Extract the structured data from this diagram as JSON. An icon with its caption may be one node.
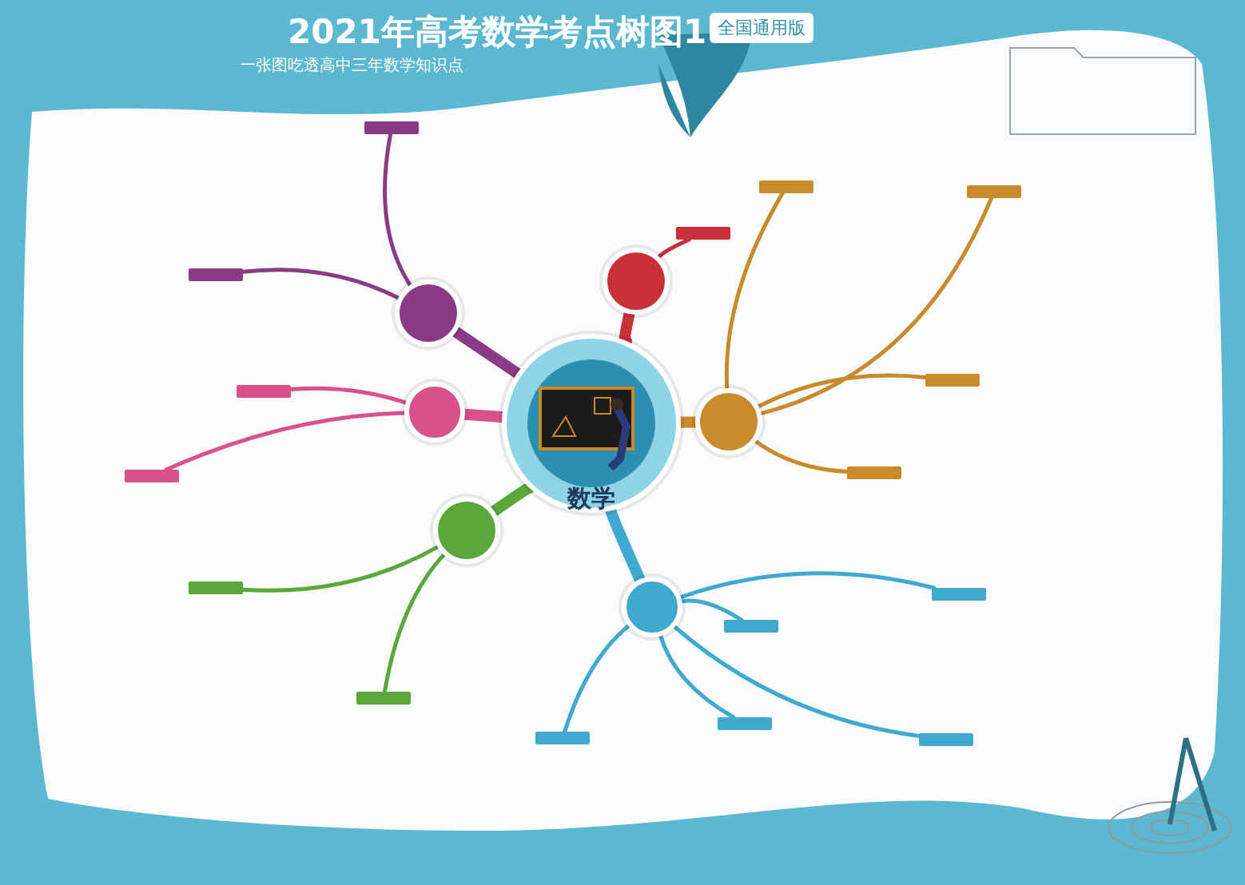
{
  "diagram": {
    "title": "2021年高考数学考点树图1",
    "nodes": [
      {
        "text": [
          "数学"
        ]
      },
      {
        "text": [],
        "shape": "circle"
      },
      {
        "text": [],
        "shape": "circle"
      },
      {
        "text": [],
        "shape": "circle"
      },
      {
        "text": [],
        "shape": "circle"
      },
      {
        "text": [],
        "shape": "circle"
      },
      {
        "text": [],
        "shape": "circle"
      },
      {
        "text": [],
        "shape": "box"
      },
      {
        "text": [],
        "shape": "box"
      },
      {
        "text": [],
        "shape": "box"
      },
      {
        "text": [],
        "shape": "box"
      },
      {
        "text": [],
        "shape": "box"
      },
      {
        "text": [],
        "shape": "box"
      },
      {
        "text": [],
        "shape": "box"
      },
      {
        "text": [],
        "shape": "box"
      },
      {
        "text": [],
        "shape": "box"
      },
      {
        "text": [],
        "shape": "box"
      },
      {
        "text": [],
        "shape": "box"
      },
      {
        "text": [],
        "shape": "box"
      },
      {
        "text": [],
        "shape": "box"
      },
      {
        "text": [],
        "shape": "box"
      },
      {
        "text": [],
        "shape": "box"
      },
      {
        "text": [],
        "shape": "box"
      }
    ],
    "edges": [
      {
        "from": 0,
        "to": 1,
        "arrow": "none",
        "style": "thick",
        "color": "#8b3a86"
      },
      {
        "from": 0,
        "to": 2,
        "arrow": "none",
        "style": "thick",
        "color": "#c8303a"
      },
      {
        "from": 0,
        "to": 3,
        "arrow": "none",
        "style": "thick",
        "color": "#d9508a"
      },
      {
        "from": 0,
        "to": 4,
        "arrow": "none",
        "style": "thick",
        "color": "#5aa83a"
      },
      {
        "from": 0,
        "to": 5,
        "arrow": "none",
        "style": "thick",
        "color": "#c98a2a"
      },
      {
        "from": 0,
        "to": 6,
        "arrow": "none",
        "style": "thick",
        "color": "#3fa9d0"
      },
      {
        "from": 1,
        "to": 7,
        "arrow": "none",
        "color": "#8b3a86"
      },
      {
        "from": 1,
        "to": 8,
        "arrow": "none",
        "color": "#8b3a86"
      },
      {
        "from": 2,
        "to": 9,
        "arrow": "none",
        "color": "#c8303a"
      },
      {
        "from": 3,
        "to": 10,
        "arrow": "none",
        "color": "#d9508a"
      },
      {
        "from": 3,
        "to": 11,
        "arrow": "none",
        "color": "#d9508a"
      },
      {
        "from": 4,
        "to": 12,
        "arrow": "none",
        "color": "#5aa83a"
      },
      {
        "from": 4,
        "to": 13,
        "arrow": "none",
        "color": "#5aa83a"
      },
      {
        "from": 5,
        "to": 14,
        "arrow": "none",
        "color": "#c98a2a"
      },
      {
        "from": 5,
        "to": 15,
        "arrow": "none",
        "color": "#c98a2a"
      },
      {
        "from": 5,
        "to": 16,
        "arrow": "none",
        "color": "#c98a2a"
      },
      {
        "from": 5,
        "to": 17,
        "arrow": "none",
        "color": "#c98a2a"
      },
      {
        "from": 6,
        "to": 18,
        "arrow": "none",
        "color": "#3fa9d0"
      },
      {
        "from": 6,
        "to": 19,
        "arrow": "none",
        "color": "#3fa9d0"
      },
      {
        "from": 6,
        "to": 20,
        "arrow": "none",
        "color": "#3fa9d0"
      },
      {
        "from": 6,
        "to": 21,
        "arrow": "none",
        "color": "#3fa9d0"
      },
      {
        "from": 6,
        "to": 22,
        "arrow": "none",
        "color": "#3fa9d0"
      }
    ],
    "labels": [
      "全国通用版",
      "一张图吃透高中三年数学知识点"
    ]
  }
}
